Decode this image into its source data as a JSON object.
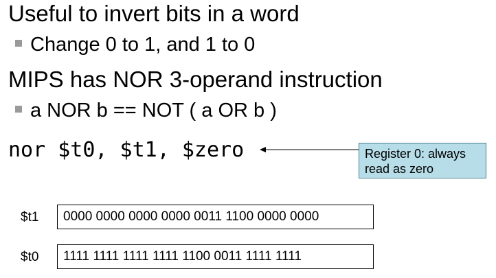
{
  "heading1": "Useful to invert bits in a word",
  "bullet1": "Change 0 to 1, and 1 to 0",
  "heading2": "MIPS has NOR 3-operand instruction",
  "bullet2": "a NOR b == NOT ( a OR b )",
  "code": "nor $t0, $t1, $zero",
  "callout": {
    "line1": "Register 0: always",
    "line2": "read as zero",
    "fill_color": "#b7dde8",
    "border_color": "#4a7f8e"
  },
  "registers": [
    {
      "name": "$t1",
      "value": "0000 0000 0000 0000 0011 1100 0000 0000"
    },
    {
      "name": "$t0",
      "value": "1111 1111 1111 1111 1100 0011 1111 1111"
    }
  ]
}
